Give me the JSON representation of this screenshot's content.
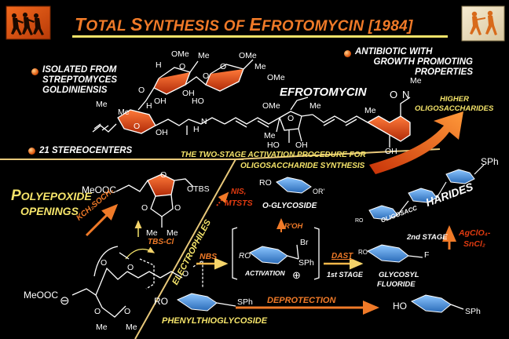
{
  "title": {
    "part1_big_T": "T",
    "part1_rest": "OTAL ",
    "part2_big_S": "S",
    "part2_rest": "YNTHESIS OF ",
    "part3_big_E": "E",
    "part3_rest": "FROTOMYCIN [1984]"
  },
  "bullets": {
    "isolated_l1": "ISOLATED FROM",
    "isolated_l2": "STREPTOMYCES",
    "isolated_l3": "GOLDINIENSIS",
    "antibiotic_l1": "ANTIBIOTIC WITH",
    "antibiotic_l2": "GROWTH PROMOTING",
    "antibiotic_l3": "PROPERTIES",
    "stereocenters": "21 STEREOCENTERS"
  },
  "molecule": {
    "name": "EFROTOMYCIN",
    "labels": {
      "ome1": "OMe",
      "me1": "Me",
      "h1": "H",
      "o1": "O",
      "o2": "O",
      "oh1": "OH",
      "ome2": "OMe",
      "me2": "Me",
      "o3": "O",
      "ho1": "HO",
      "h2": "H",
      "ome3": "OMe",
      "me3": "Me",
      "me4": "Me",
      "o4": "O",
      "oh2": "OH",
      "o5": "O",
      "oh3": "OH",
      "h3": "H",
      "n1": "N",
      "ome4": "OMe",
      "me5": "Me",
      "me6": "Me",
      "o6": "O",
      "ho2": "HO",
      "oh4": "OH",
      "me7": "Me",
      "o7": "O",
      "n2": "N",
      "me8": "Me",
      "oh5": "OH"
    }
  },
  "higher_oligo_l1": "HIGHER",
  "higher_oligo_l2": "OLIGOSACCHARIDES",
  "two_stage_l1": "THE TWO-STAGE ACTIVATION PROCEDURE FOR",
  "two_stage_l2": "OLIGOSACCHARIDE SYNTHESIS",
  "left_panel": {
    "polyepoxide_l1_big": "P",
    "polyepoxide_l1_rest": "OLYEPOXIDE",
    "polyepoxide_l2": "OPENINGS",
    "meooc_top": "MeOOC",
    "otbs": "OTBS",
    "o_top1": "O",
    "o_top2": "O",
    "o_top3": "O",
    "me_top1": "Me",
    "me_top2": "Me",
    "reagent": "KCH₂SOCH₃",
    "tbs_cl": "TBS-Cl",
    "meooc_bottom": "MeOOC",
    "minus": "⊖",
    "o_b1": "O",
    "o_b2": "O",
    "o_b3": "O",
    "o_b4": "O",
    "o_b5": "O",
    "me_b1": "Me",
    "me_b2": "Me"
  },
  "right_panel": {
    "electrophiles": "ELECTROPHILES",
    "nis_l1": "NIS,",
    "nis_l2": "MTSTS",
    "ro_glyco": "RO",
    "or_glyco": "OR'",
    "o_glycoside": "O-GLYCOSIDE",
    "roh": "R'OH",
    "nbs": "NBS",
    "ro_act": "RO",
    "br": "Br",
    "sph_act": "SPh",
    "plus": "⊕",
    "activation": "ACTIVATION",
    "dast": "DAST",
    "first_stage": "1st STAGE",
    "ro_fl": "RO",
    "f": "F",
    "glycosyl_l1": "GLYCOSYL",
    "glycosyl_l2": "FLUORIDE",
    "ro_bottom": "RO",
    "sph_bottom": "SPh",
    "phenylthio": "PHENYLTHIOGLYCOSIDE",
    "deprotection": "DEPROTECTION",
    "ho_bottom": "HO",
    "sph_bottom2": "SPh",
    "second_stage": "2nd STAGE",
    "agclo_l1": "AgClO₄-",
    "agclo_l2": "SnCl₂",
    "oligo_small": "OLIGOSACC",
    "oligo_big": "HARIDES",
    "sph_top": "SPh",
    "ro_oligo": "RO"
  },
  "colors": {
    "accent_orange": "#f07a28",
    "accent_yellow": "#f5e46a",
    "sugar_blue": "#4a8fd8",
    "ring_red": "#e04a18",
    "divider": "#e8c87a"
  }
}
